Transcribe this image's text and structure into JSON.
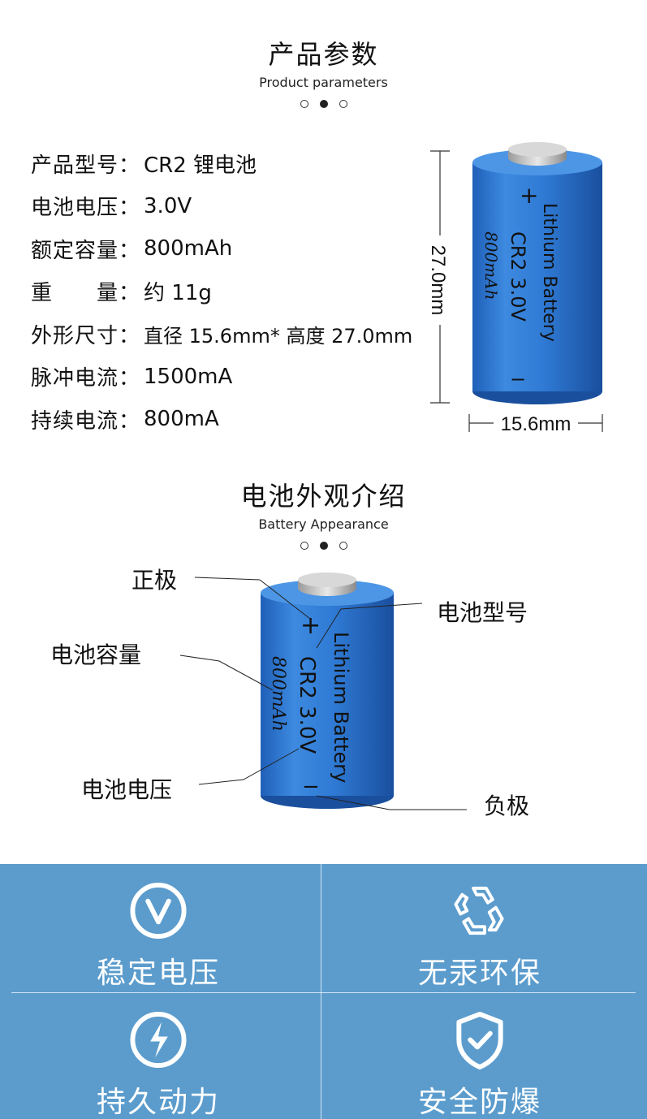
{
  "params_section": {
    "title_zh": "产品参数",
    "title_en": "Product parameters"
  },
  "specs": [
    {
      "label": "产品型号：",
      "value": "CR2  锂电池"
    },
    {
      "label": "电池电压：",
      "value": "3.0V"
    },
    {
      "label": "额定容量：",
      "value": "800mAh"
    },
    {
      "label": "重　　量：",
      "value": "约 11g"
    },
    {
      "label": "外形尺寸：",
      "value": "直径 15.6mm* 高度 27.0mm"
    },
    {
      "label": "脉冲电流：",
      "value": "1500mA"
    },
    {
      "label": "持续电流：",
      "value": "800mA"
    }
  ],
  "dimensions": {
    "height": "27.0mm",
    "diameter": "15.6mm"
  },
  "battery_print": {
    "brand_line": "Lithium Battery",
    "model_line": "CR2  3.0V",
    "capacity_line": "800mAh",
    "plus": "+",
    "minus": "−"
  },
  "appearance_section": {
    "title_zh": "电池外观介绍",
    "title_en": "Battery Appearance"
  },
  "callouts": {
    "positive": "正极",
    "capacity": "电池容量",
    "voltage": "电池电压",
    "model": "电池型号",
    "negative": "负极"
  },
  "features": [
    {
      "icon": "check-circle-icon",
      "label": "稳定电压"
    },
    {
      "icon": "recycle-icon",
      "label": "无汞环保"
    },
    {
      "icon": "lightning-circle-icon",
      "label": "持久动力"
    },
    {
      "icon": "shield-check-icon",
      "label": "安全防爆"
    }
  ],
  "colors": {
    "battery_blue": "#2f7ad4",
    "feature_bg": "#5b9ccd"
  }
}
